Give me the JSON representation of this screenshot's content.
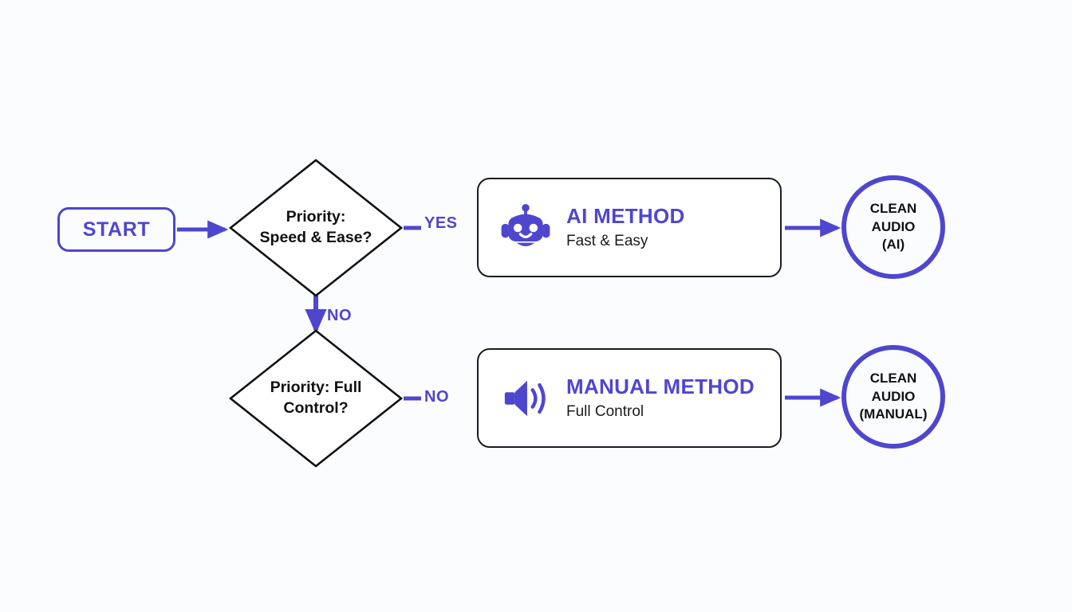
{
  "diagram": {
    "title": "Audio cleanup method decision flowchart",
    "background_color": "#fbfcfd",
    "accent_color": "#4f46cf",
    "outline_color": "#1b1b28",
    "text_color": "#111111"
  },
  "nodes": {
    "start": {
      "label": "START",
      "shape": "rounded-rectangle"
    },
    "decision_1": {
      "line1": "Priority:",
      "line2": "Speed & Ease?",
      "shape": "diamond"
    },
    "decision_2": {
      "line1": "Priority: Full",
      "line2": "Control?",
      "shape": "diamond"
    },
    "card_ai": {
      "icon": "robot-icon",
      "title": "AI METHOD",
      "subtitle": "Fast & Easy",
      "shape": "rounded-rectangle"
    },
    "card_manual": {
      "icon": "speaker-icon",
      "title": "MANUAL METHOD",
      "subtitle": "Full Control",
      "shape": "rounded-rectangle"
    },
    "outcome_ai": {
      "line1": "CLEAN",
      "line2": "AUDIO",
      "line3": "(AI)",
      "shape": "circle"
    },
    "outcome_manual": {
      "line1": "CLEAN",
      "line2": "AUDIO",
      "line3": "(MANUAL)",
      "shape": "circle"
    }
  },
  "edges": {
    "start_to_decision_1": {
      "label": ""
    },
    "decision_1_yes": {
      "label": "YES"
    },
    "decision_1_no": {
      "label": "NO"
    },
    "decision_2_no": {
      "label": "NO"
    },
    "card_ai_to_outcome": {
      "label": ""
    },
    "card_manual_to_outcome": {
      "label": ""
    }
  }
}
